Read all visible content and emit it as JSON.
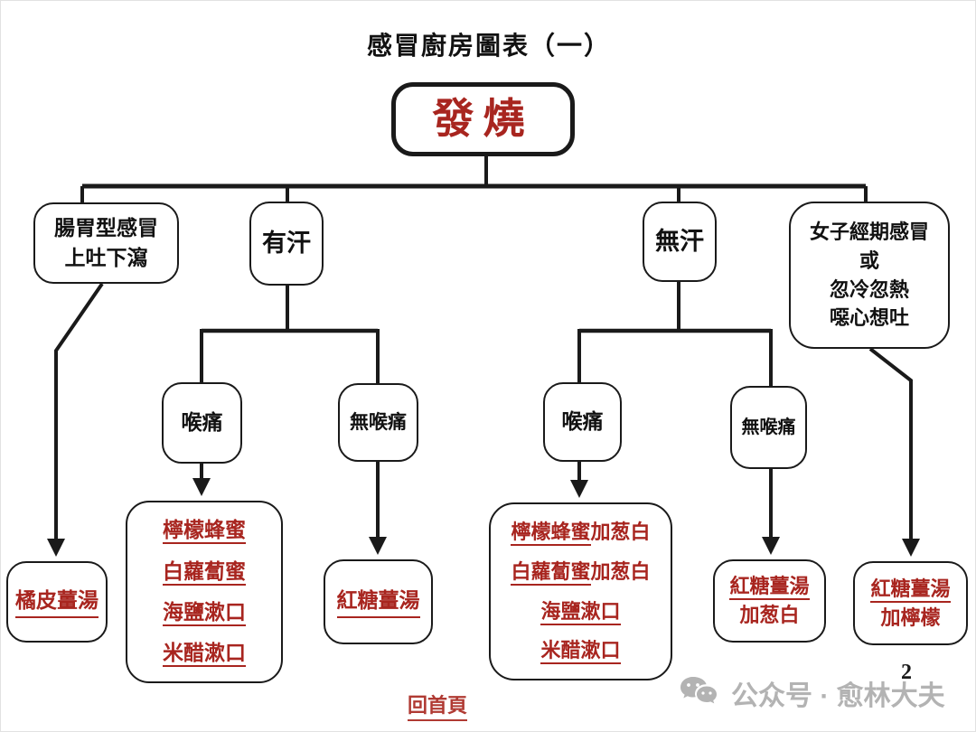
{
  "page": {
    "title": "感冒廚房圖表（一）",
    "page_number": "2"
  },
  "colors": {
    "accent_red": "#a8251f",
    "line_black": "#1a1a1a",
    "watermark_gray": "#b3b3b3"
  },
  "root": {
    "label": "發燒"
  },
  "level1": {
    "stomach": {
      "lines": [
        "腸胃型感冒",
        "上吐下瀉"
      ]
    },
    "sweat": {
      "label": "有汗"
    },
    "no_sweat": {
      "label": "無汗"
    },
    "menstrual": {
      "lines": [
        "女子經期感冒",
        "或",
        "忽冷忽熱",
        "噁心想吐"
      ]
    }
  },
  "level2": {
    "sweat_throat": {
      "label": "喉痛"
    },
    "sweat_no_throat": {
      "label": "無喉痛"
    },
    "no_sweat_throat": {
      "label": "喉痛"
    },
    "no_sweat_no_throat": {
      "label": "無喉痛"
    }
  },
  "remedies": {
    "stomach": {
      "label": "橘皮薑湯"
    },
    "sweat_throat": {
      "items": [
        "檸檬蜂蜜",
        "白蘿蔔蜜",
        "海鹽漱口",
        "米醋漱口"
      ]
    },
    "sweat_no_throat": {
      "label": "紅糖薑湯"
    },
    "no_sweat_throat": {
      "items": [
        {
          "underlined": "檸檬蜂蜜",
          "plain": "加葱白"
        },
        {
          "underlined": "白蘿蔔蜜",
          "plain": "加葱白"
        },
        {
          "underlined": "海鹽漱口",
          "plain": ""
        },
        {
          "underlined": "米醋漱口",
          "plain": ""
        }
      ]
    },
    "no_sweat_no_throat": {
      "underlined": "紅糖薑湯",
      "plain": "加葱白"
    },
    "menstrual": {
      "underlined": "紅糖薑湯",
      "plain": "加檸檬"
    }
  },
  "footer": {
    "home_link": "回首頁",
    "watermark": "公众号 · 愈林大夫",
    "wechat_icon": "wechat"
  }
}
